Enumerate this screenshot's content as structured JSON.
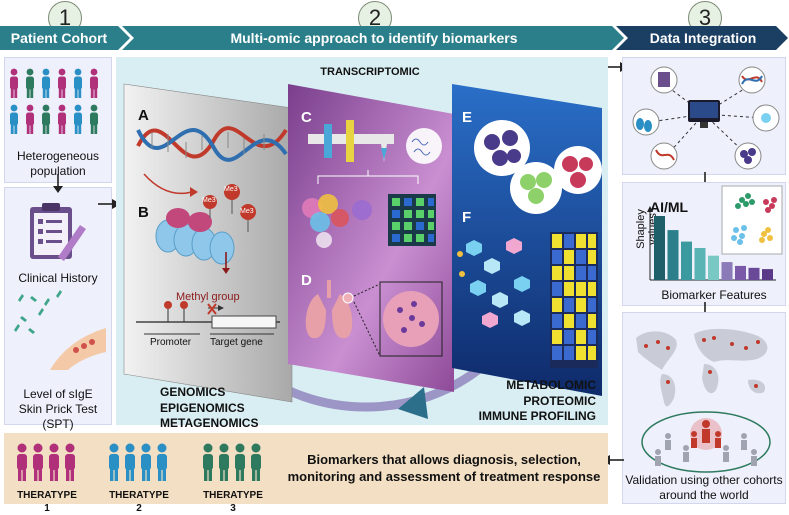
{
  "steps": [
    "1",
    "2",
    "3"
  ],
  "banners": {
    "cohort": "Patient Cohort",
    "multiomic": "Multi-omic approach to identify biomarkers",
    "integration": "Data Integration"
  },
  "cohort": {
    "population": "Heterogeneous population",
    "history": "Clinical History",
    "sige_line1": "Level of sIgE",
    "sige_line2": "Skin Prick Test (SPT)"
  },
  "panels": {
    "A": "A",
    "B": "B",
    "C": "C",
    "D": "D",
    "E": "E",
    "F": "F",
    "me3": "Me3",
    "methyl_group": "Methyl group",
    "promoter": "Promoter",
    "target_gene": "Target gene",
    "transcriptomic": "TRANSCRIPTOMIC",
    "genomics": "GENOMICS",
    "epigenomics": "EPIGENOMICS",
    "metagenomics": "METAGENOMICS",
    "metabolomic": "METABOLOMIC",
    "proteomic": "PROTEOMIC",
    "immune": "IMMUNE PROFILING"
  },
  "integration": {
    "aiml": "AI/ML",
    "shapley": "Shapley values",
    "features": "Biomarker Features",
    "shap_values": [
      1.0,
      0.78,
      0.6,
      0.5,
      0.38,
      0.28,
      0.22,
      0.19,
      0.17
    ],
    "validation_line1": "Validation using other cohorts",
    "validation_line2": "around the world"
  },
  "bottom": {
    "theratype1": "THERATYPE 1",
    "theratype2": "THERATYPE 2",
    "theratype3": "THERATYPE 3",
    "message_line1": "Biomarkers that allows diagnosis, selection,",
    "message_line2": "monitoring and assessment of treatment response"
  },
  "colors": {
    "banner_dark": "#1b4a6b",
    "banner_teal": "#2b7f8a",
    "cohort_bg": "#eef0fb",
    "multiomic_bg": "#d9eef3",
    "bottom_bg": "#f3dfc4",
    "magenta": "#b0307a",
    "blue": "#2a8fc4",
    "green": "#2d7a5e"
  }
}
